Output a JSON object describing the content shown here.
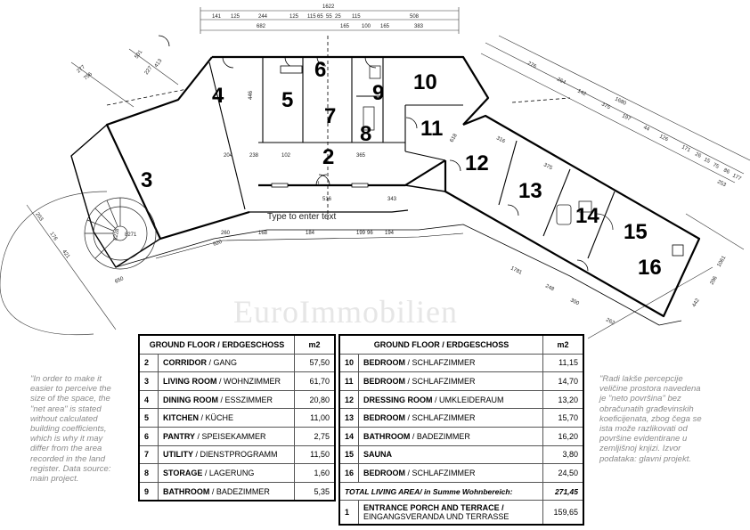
{
  "rooms": [
    {
      "num": "2"
    },
    {
      "num": "3"
    },
    {
      "num": "4"
    },
    {
      "num": "5"
    },
    {
      "num": "6"
    },
    {
      "num": "7"
    },
    {
      "num": "8"
    },
    {
      "num": "9"
    },
    {
      "num": "10"
    },
    {
      "num": "11"
    },
    {
      "num": "12"
    },
    {
      "num": "13"
    },
    {
      "num": "14"
    },
    {
      "num": "15"
    },
    {
      "num": "16"
    }
  ],
  "entrance_num": "1",
  "plan_hint": "Type to enter text",
  "watermark": "EuroImmobilien",
  "dimensions": {
    "top_total": "1622",
    "top_row": [
      "141",
      "125",
      "244",
      "125",
      "115",
      "65",
      "55",
      "25",
      "115",
      "508"
    ],
    "top_row2": [
      "682",
      "165",
      "100",
      "165",
      "383"
    ],
    "right_total": "1680",
    "right_outer": [
      "276",
      "264",
      "142",
      "375",
      "197",
      "44",
      "126",
      "171",
      "26",
      "15",
      "75",
      "86",
      "177",
      "253"
    ],
    "inner": [
      "446",
      "204",
      "238",
      "102",
      "365",
      "316",
      "375",
      "618",
      "516",
      "343",
      "199",
      "96",
      "194",
      "184",
      "168",
      "260",
      "1781",
      "248",
      "300",
      "262",
      "442",
      "296",
      "1061",
      "650",
      "277",
      "756",
      "501",
      "620",
      "8228",
      "8271",
      "227",
      "413",
      "203",
      "176",
      "421"
    ]
  },
  "left_table": {
    "header": "GROUND FLOOR / ERDGESCHOSS",
    "unit": "m2",
    "rows": [
      {
        "no": "2",
        "name": "CORRIDOR",
        "name_de": "GANG",
        "area": "57,50"
      },
      {
        "no": "3",
        "name": "LIVING ROOM",
        "name_de": "WOHNZIMMER",
        "area": "61,70"
      },
      {
        "no": "4",
        "name": "DINING ROOM",
        "name_de": "ESSZIMMER",
        "area": "20,80"
      },
      {
        "no": "5",
        "name": "KITCHEN",
        "name_de": "KÜCHE",
        "area": "11,00"
      },
      {
        "no": "6",
        "name": "PANTRY",
        "name_de": "SPEISEKAMMER",
        "area": "2,75"
      },
      {
        "no": "7",
        "name": "UTILITY",
        "name_de": "DIENSTPROGRAMM",
        "area": "11,50"
      },
      {
        "no": "8",
        "name": "STORAGE",
        "name_de": "LAGERUNG",
        "area": "1,60"
      },
      {
        "no": "9",
        "name": "BATHROOM",
        "name_de": "BADEZIMMER",
        "area": "5,35"
      }
    ]
  },
  "right_table": {
    "header": "GROUND FLOOR / ERDGESCHOSS",
    "unit": "m2",
    "rows": [
      {
        "no": "10",
        "name": "BEDROOM",
        "name_de": "SCHLAFZIMMER",
        "area": "11,15"
      },
      {
        "no": "11",
        "name": "BEDROOM",
        "name_de": "SCHLAFZIMMER",
        "area": "14,70"
      },
      {
        "no": "12",
        "name": "DRESSING ROOM",
        "name_de": "UMKLEIDERAUM",
        "area": "13,20"
      },
      {
        "no": "13",
        "name": "BEDROOM",
        "name_de": "SCHLAFZIMMER",
        "area": "15,70"
      },
      {
        "no": "14",
        "name": "BATHROOM",
        "name_de": "BADEZIMMER",
        "area": "16,20"
      },
      {
        "no": "15",
        "name": "SAUNA",
        "name_de": "",
        "area": "3,80"
      },
      {
        "no": "16",
        "name": "BEDROOM",
        "name_de": "SCHLAFZIMMER",
        "area": "24,50"
      }
    ],
    "total_label": "TOTAL LIVING AREA/ in Summe Wohnbereich:",
    "total_area": "271,45",
    "extra": {
      "no": "1",
      "name": "ENTRANCE PORCH AND TERRACE /",
      "name_de": "EINGANGSVERANDA UND TERRASSE",
      "area": "159,65"
    }
  },
  "notes": {
    "left": "\"In order to make it easier to perceive the size of the space, the \"net area\" is stated without calculated building coefficients, which is why it may differ from the area recorded in the land register. Data source: main project.",
    "right": "\"Radi lakše percepcije veličine prostora navedena je \"neto površina\" bez obračunatih građevinskih koeficijenata, zbog čega se ista može razlikovati od površine evidentirane u zemljišnoj knjizi. Izvor podataka: glavni projekt."
  }
}
